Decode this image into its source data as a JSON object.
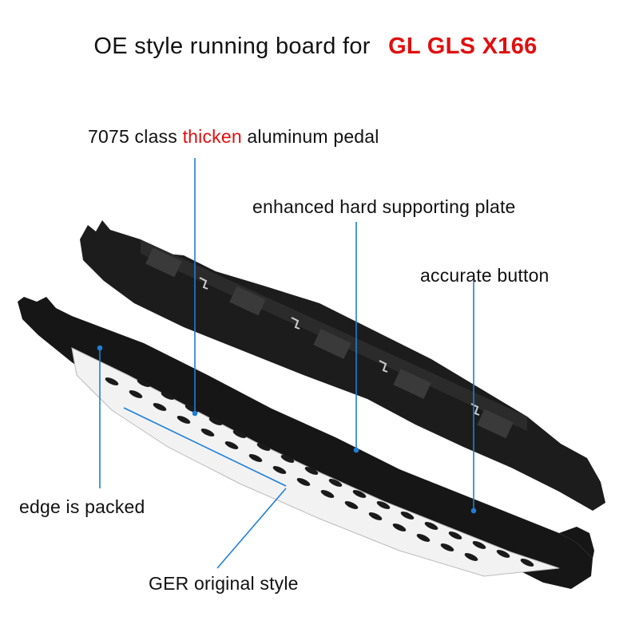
{
  "title": {
    "prefix": "OE style running board for",
    "model": "GL GLS X166"
  },
  "labels": {
    "pedal_before": "7075 class ",
    "pedal_highlight": "thicken",
    "pedal_after": " aluminum pedal",
    "plate": "enhanced hard supporting plate",
    "button": "accurate button",
    "edge": "edge is packed",
    "style": "GER original style"
  },
  "colors": {
    "accent": "#e00f0f",
    "callout_line": "#1e7fd6",
    "board": "#1a1a1a",
    "pedal": "#f2f2f2"
  }
}
